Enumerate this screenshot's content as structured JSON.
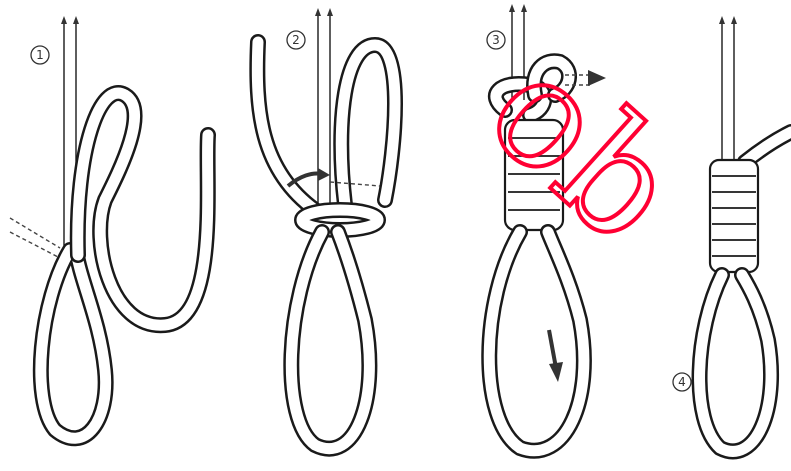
{
  "steps": [
    {
      "number": "1"
    },
    {
      "number": "2"
    },
    {
      "number": "3"
    },
    {
      "number": "4"
    }
  ],
  "watermark": {
    "text": "ob",
    "color": "#ff0033"
  },
  "colors": {
    "rope_outline": "#1a1a1a",
    "rope_fill": "#ffffff",
    "arrow": "#333333"
  }
}
